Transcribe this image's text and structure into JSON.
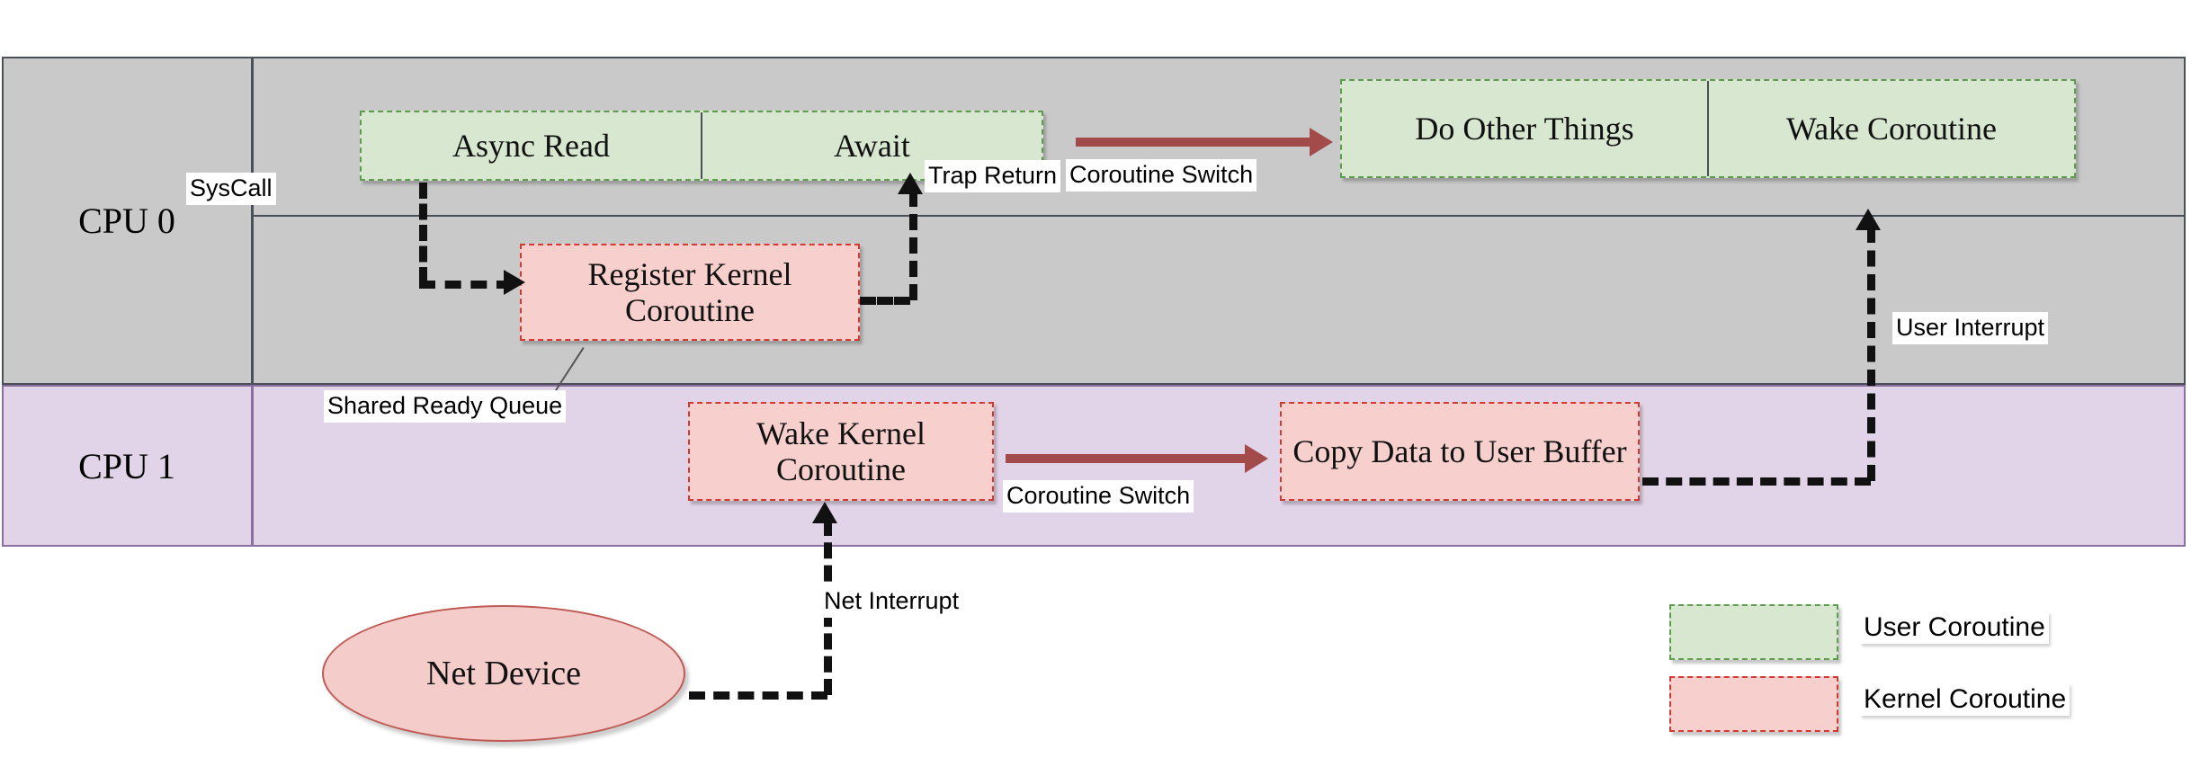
{
  "rows": [
    {
      "id": "cpu0",
      "label": "CPU 0",
      "bg": "#c9c9c9",
      "border": "#4b5058"
    },
    {
      "id": "cpu1",
      "label": "CPU 1",
      "bg": "#e2d4e8",
      "border": "#8a6fa0"
    }
  ],
  "strips": {
    "user_cpu0_left": {
      "cells": [
        "Async Read",
        "Await"
      ]
    },
    "user_cpu0_right": {
      "cells": [
        "Do Other Things",
        "Wake Coroutine"
      ]
    }
  },
  "boxes": {
    "register_kernel_coroutine": "Register Kernel Coroutine",
    "wake_kernel_coroutine": "Wake Kernel Coroutine",
    "copy_data_to_user_buffer": "Copy Data to User Buffer"
  },
  "device": {
    "name": "Net Device"
  },
  "edge_labels": {
    "syscall": "SysCall",
    "trap_return": "Trap Return",
    "coroutine_switch_cpu0": "Coroutine Switch",
    "coroutine_switch_cpu1": "Coroutine Switch",
    "shared_ready_queue": "Shared Ready Queue",
    "user_interrupt": "User Interrupt",
    "net_interrupt": "Net Interrupt"
  },
  "legend": {
    "items": [
      {
        "label": "User Coroutine",
        "fill": "#d8e8d0",
        "stroke": "#5f9b4e"
      },
      {
        "label": "Kernel Coroutine",
        "fill": "#f7cfcc",
        "stroke": "#cf3b32"
      }
    ]
  },
  "colors": {
    "user_coroutine_fill": "#d8e8d0",
    "user_coroutine_stroke": "#5f9b4e",
    "kernel_coroutine_fill": "#f7cfcc",
    "kernel_coroutine_stroke": "#cf3b32",
    "cpu0_band": "#c9c9c9",
    "cpu1_band": "#e2d4e8",
    "switch_arrow": "#a34b4b",
    "dashed_edge": "#111111"
  }
}
